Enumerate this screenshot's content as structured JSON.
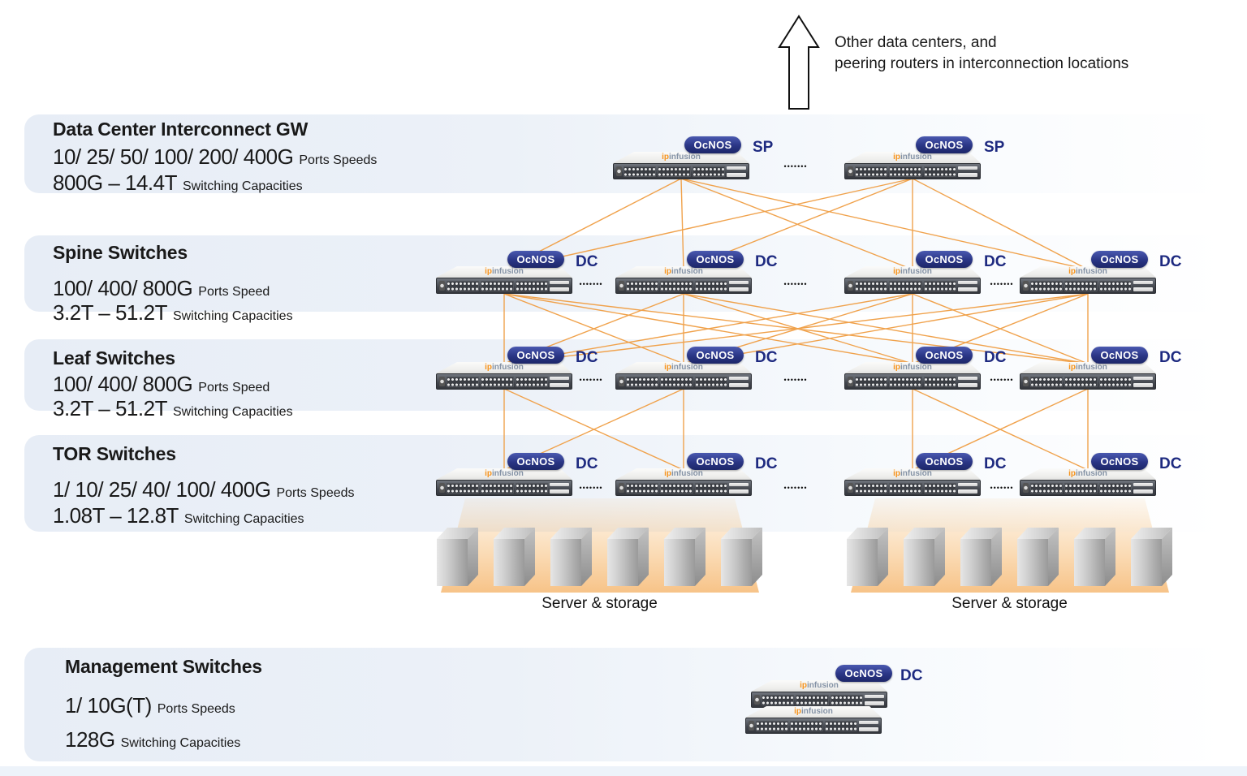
{
  "uplink_note": {
    "line1": "Other data centers, and",
    "line2": "peering routers in interconnection locations"
  },
  "brand": {
    "os_badge": "OcNOS",
    "vendor_bold": "ip",
    "vendor_rest": "infusion"
  },
  "separator_dots": "•••••••",
  "layers": [
    {
      "id": "dci-gw",
      "title": "Data Center Interconnect GW",
      "ports_value": "10/ 25/ 50/ 100/ 200/ 400G",
      "ports_label": "Ports Speeds",
      "capacity_value": "800G – 14.4T",
      "capacity_label": "Switching Capacities",
      "role_tag": "SP",
      "switch_count": 2
    },
    {
      "id": "spine",
      "title": "Spine Switches",
      "ports_value": "100/ 400/ 800G",
      "ports_label": "Ports Speed",
      "capacity_value": "3.2T – 51.2T",
      "capacity_label": "Switching Capacities",
      "role_tag": "DC",
      "switch_count": 4
    },
    {
      "id": "leaf",
      "title": "Leaf Switches",
      "ports_value": "100/ 400/ 800G",
      "ports_label": "Ports Speed",
      "capacity_value": "3.2T – 51.2T",
      "capacity_label": "Switching Capacities",
      "role_tag": "DC",
      "switch_count": 4
    },
    {
      "id": "tor",
      "title": "TOR Switches",
      "ports_value": "1/ 10/ 25/ 40/ 100/ 400G",
      "ports_label": "Ports Speeds",
      "capacity_value": "1.08T – 12.8T",
      "capacity_label": "Switching Capacities",
      "role_tag": "DC",
      "switch_count": 4
    },
    {
      "id": "management",
      "title": "Management Switches",
      "ports_value": "1/ 10G(T)",
      "ports_label": "Ports Speeds",
      "capacity_value": "128G",
      "capacity_label": "Switching Capacities",
      "role_tag": "DC",
      "switch_count": 2
    }
  ],
  "server_groups": [
    {
      "label": "Server & storage",
      "count": 6
    },
    {
      "label": "Server & storage",
      "count": 6
    }
  ],
  "topology": {
    "dci_to_spine": "full-mesh",
    "spine_to_leaf": "full-mesh",
    "leaf_to_tor": "paired-cross",
    "tor_to_servers": "fan-out-glow"
  },
  "colors": {
    "link_orange": "#f0a24c",
    "badge_navy": "#27327e",
    "role_tag_navy": "#1e2a80",
    "band_blue": "#e7edf6",
    "vendor_orange": "#f7941d",
    "glow_orange": "#f3a750"
  }
}
